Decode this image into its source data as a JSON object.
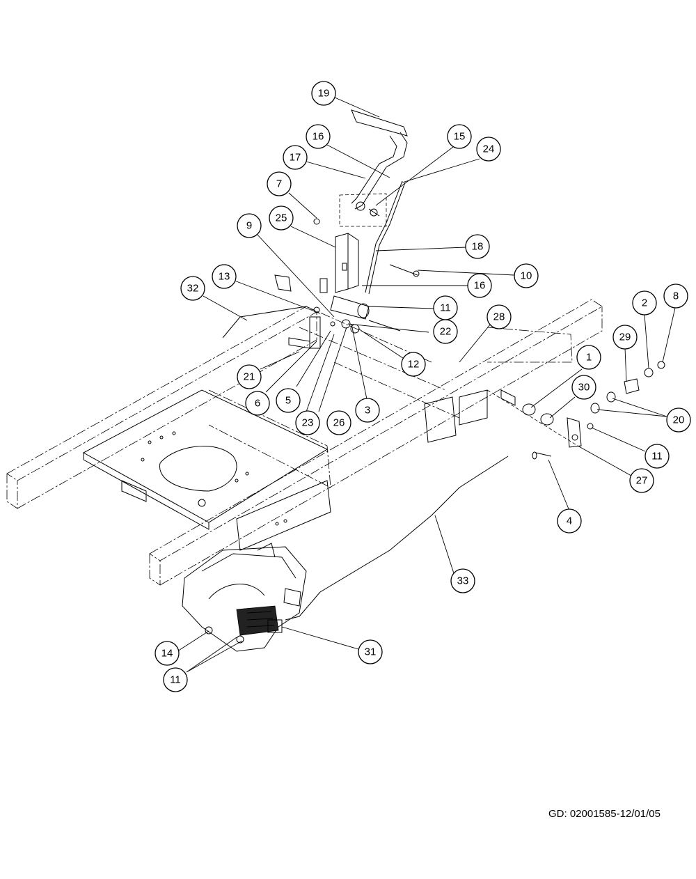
{
  "document_id": "GD: 02001585-12/01/05",
  "callouts": [
    {
      "id": "c19",
      "label": "19"
    },
    {
      "id": "c16a",
      "label": "16"
    },
    {
      "id": "c15",
      "label": "15"
    },
    {
      "id": "c24",
      "label": "24"
    },
    {
      "id": "c17",
      "label": "17"
    },
    {
      "id": "c7",
      "label": "7"
    },
    {
      "id": "c9",
      "label": "9"
    },
    {
      "id": "c25",
      "label": "25"
    },
    {
      "id": "c18",
      "label": "18"
    },
    {
      "id": "c10",
      "label": "10"
    },
    {
      "id": "c32",
      "label": "32"
    },
    {
      "id": "c13",
      "label": "13"
    },
    {
      "id": "c16b",
      "label": "16"
    },
    {
      "id": "c11a",
      "label": "11"
    },
    {
      "id": "c2",
      "label": "2"
    },
    {
      "id": "c8",
      "label": "8"
    },
    {
      "id": "c28",
      "label": "28"
    },
    {
      "id": "c22",
      "label": "22"
    },
    {
      "id": "c29",
      "label": "29"
    },
    {
      "id": "c12",
      "label": "12"
    },
    {
      "id": "c1",
      "label": "1"
    },
    {
      "id": "c21",
      "label": "21"
    },
    {
      "id": "c30",
      "label": "30"
    },
    {
      "id": "c20",
      "label": "20"
    },
    {
      "id": "c6",
      "label": "6"
    },
    {
      "id": "c5",
      "label": "5"
    },
    {
      "id": "c3",
      "label": "3"
    },
    {
      "id": "c23",
      "label": "23"
    },
    {
      "id": "c26",
      "label": "26"
    },
    {
      "id": "c11b",
      "label": "11"
    },
    {
      "id": "c27",
      "label": "27"
    },
    {
      "id": "c4",
      "label": "4"
    },
    {
      "id": "c33",
      "label": "33"
    },
    {
      "id": "c31",
      "label": "31"
    },
    {
      "id": "c14",
      "label": "14"
    },
    {
      "id": "c11c",
      "label": "11"
    }
  ]
}
